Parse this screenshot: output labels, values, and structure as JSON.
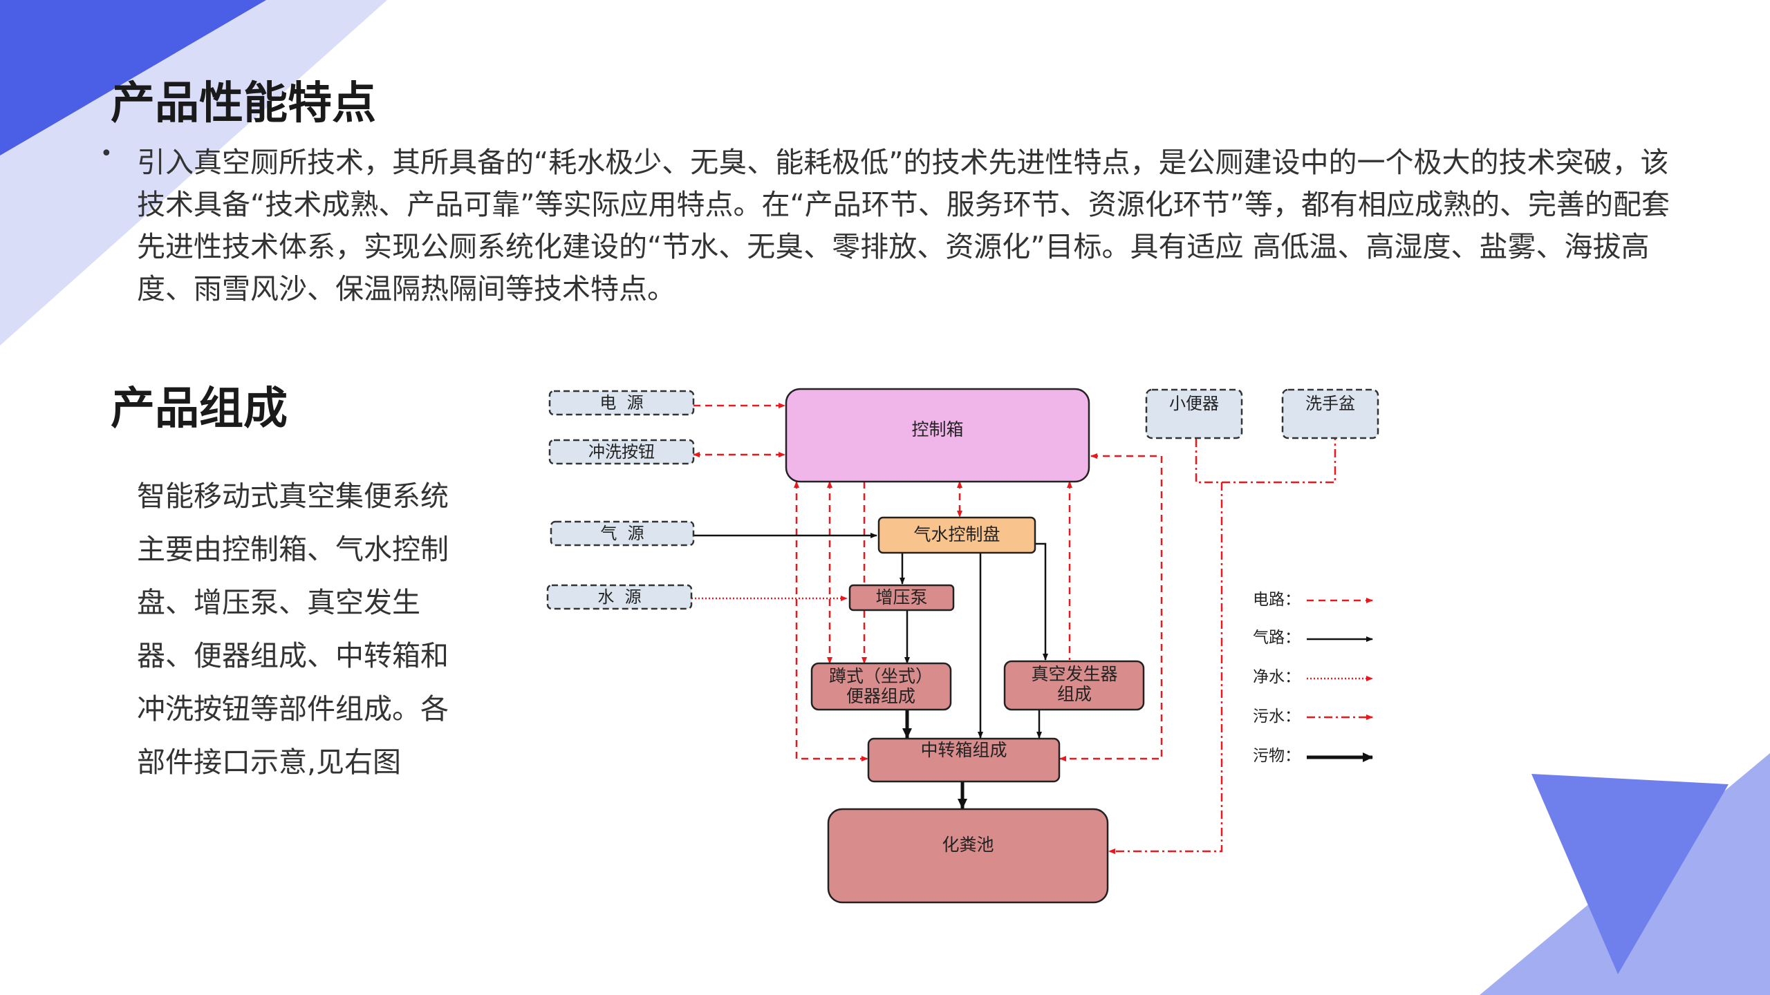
{
  "slide": {
    "title_1": "产品性能特点",
    "intro_bullet": "•",
    "intro_text": "引入真空厕所技术，其所具备的“耗水极少、无臭、能耗极低”的技术先进性特点，是公厕建设中的一个极大的技术突破，该技术具备“技术成熟、产品可靠”等实际应用特点。在“产品环节、服务环节、资源化环节”等，都有相应成熟的、完善的配套先进性技术体系，实现公厕系统化建设的“节水、无臭、零排放、资源化”目标。具有适应 高低温、高湿度、盐雾、海拔高度、雨雪风沙、保温隔热隔间等技术特点。",
    "title_2": "产品组成",
    "summary_text": "智能移动式真空集便系统主要由控制箱、气水控制盘、增压泵、真空发生器、便器组成、中转箱和冲洗按钮等部件组成。各部件接口示意,见右图"
  },
  "colors": {
    "accent_blue": "#4c62e8",
    "light_blue": "#d7dbf7",
    "electric": "#e8181c",
    "control_box": "#f0b6ea",
    "gas_water_panel": "#f9c38d",
    "component_red": "#d98c8c",
    "input_box": "#dbe4ef"
  },
  "diagram": {
    "nodes": {
      "power": "电  源",
      "flush_button": "冲洗按钮",
      "air_source": "气  源",
      "water_source": "水  源",
      "control_box": "控制箱",
      "urinal": "小便器",
      "wash_basin": "洗手盆",
      "gas_water_panel": "气水控制盘",
      "booster_pump": "增压泵",
      "squat_toilet_line1": "蹲式（坐式）",
      "squat_toilet_line2": "便器组成",
      "vacuum_gen_line1": "真空发生器",
      "vacuum_gen_line2": "组成",
      "transfer_tank": "中转箱组成",
      "septic_tank": "化粪池"
    },
    "legend": {
      "electric": "电路：",
      "gas": "气路：",
      "clean_water": "净水：",
      "sewage": "污水：",
      "waste": "污物："
    }
  }
}
